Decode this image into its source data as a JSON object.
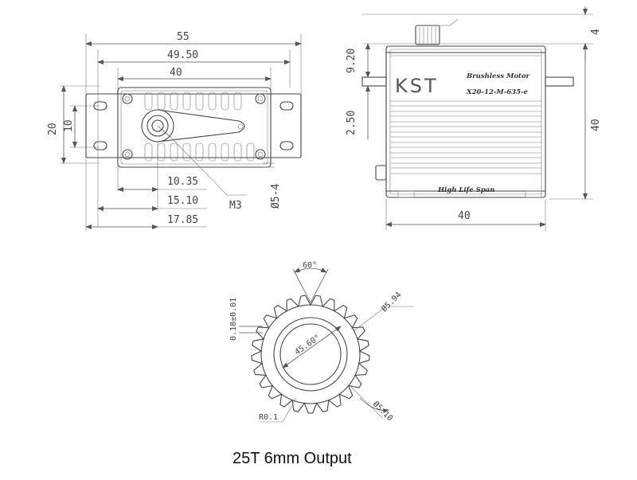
{
  "top_view": {
    "dims": {
      "width_55": "55",
      "width_49_50": "49.50",
      "width_40": "40",
      "height_20": "20",
      "height_10": "10",
      "offset_10_35": "10.35",
      "offset_15_10": "15.10",
      "offset_17_85": "17.85",
      "screw": "M3",
      "hole": "Ø5-4"
    }
  },
  "side_view": {
    "brand": "KST",
    "line1": "Brushless Motor",
    "line2": "X20-12-M-635-e",
    "line3": "High Life Span",
    "dims": {
      "top_4": "4",
      "d_9_20": "9.20",
      "d_2_50": "2.50",
      "height_40": "40",
      "width_40": "40"
    }
  },
  "spline": {
    "dims": {
      "angle_60": "60°",
      "tooth": "0.18±0.01",
      "outer": "Ø5.94",
      "inner_angle": "45.60°",
      "root": "Ø5.10",
      "radius": "R0.1"
    }
  },
  "caption": "25T 6mm Output"
}
